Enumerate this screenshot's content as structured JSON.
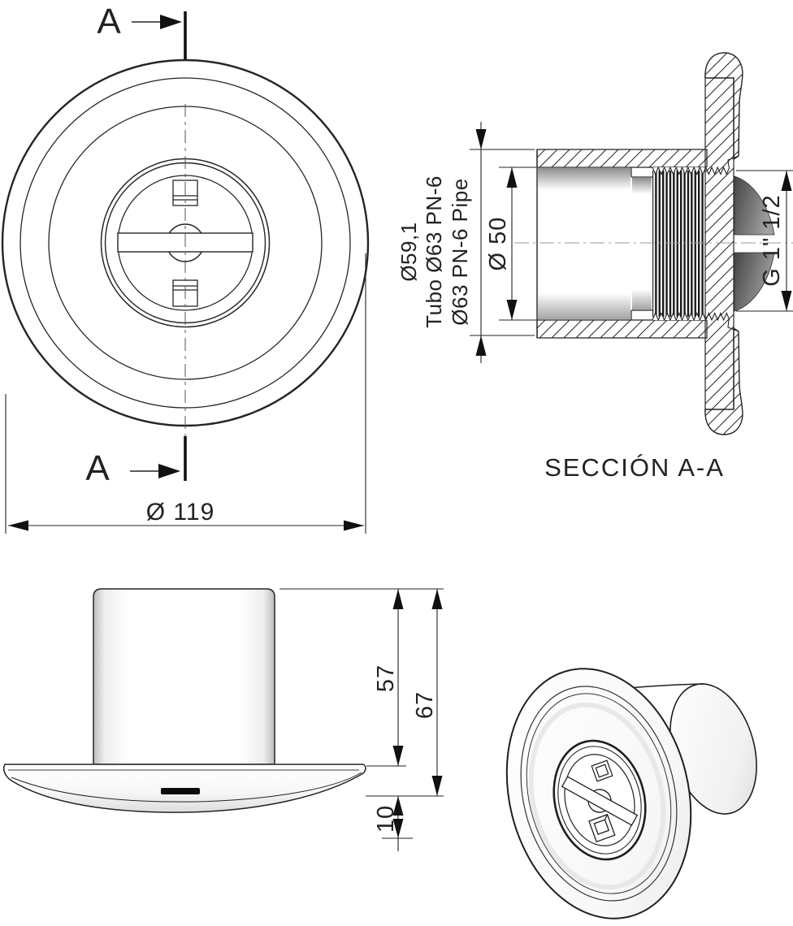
{
  "colors": {
    "line": "#1f1f1f",
    "background": "#ffffff"
  },
  "front_view": {
    "section_label_top": "A",
    "section_label_bottom": "A",
    "diameter_dim": "Ø 119"
  },
  "section_view": {
    "caption": "SECCIÓN A-A",
    "outer_dim_line_1": "Ø59,1",
    "outer_dim_line_2": "Tubo Ø63 PN-6",
    "outer_dim_line_3": "Ø63 PN-6 Pipe",
    "bore_dim": "Ø 50",
    "thread_dim": "G 1\" 1/2"
  },
  "side_view": {
    "body_height_dim": "57",
    "total_height_dim": "67",
    "flange_thickness_dim": "10"
  }
}
